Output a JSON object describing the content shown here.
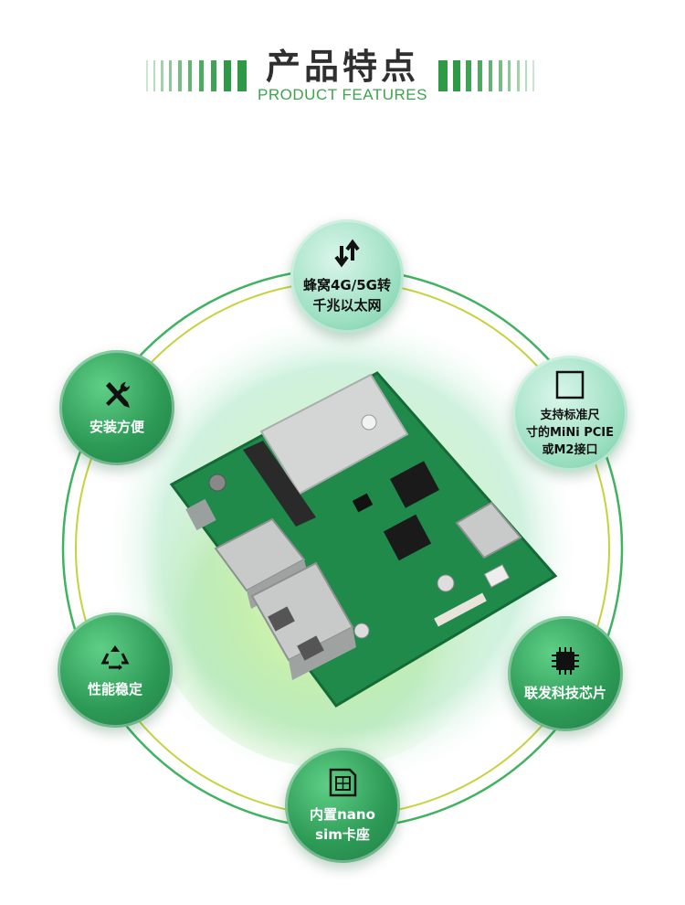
{
  "header": {
    "title": "产品特点",
    "subtitle": "PRODUCT FEATURES"
  },
  "features": [
    {
      "id": "cellular",
      "lines": [
        "蜂窝4G/5G转",
        "千兆以太网"
      ],
      "icon": "swap-arrows-icon"
    },
    {
      "id": "install",
      "lines": [
        "安装方便"
      ],
      "icon": "tools-icon"
    },
    {
      "id": "pcie",
      "lines": [
        "支持标准尺",
        "寸的MiNi PCIE",
        "或M2接口"
      ],
      "icon": "square-icon"
    },
    {
      "id": "stable",
      "lines": [
        "性能稳定"
      ],
      "icon": "recycle-icon"
    },
    {
      "id": "chip",
      "lines": [
        "联发科技芯片"
      ],
      "icon": "chip-icon"
    },
    {
      "id": "sim",
      "lines": [
        "内置nano",
        "sim卡座"
      ],
      "icon": "sim-card-icon"
    }
  ],
  "colors": {
    "accent": "#3fa34d",
    "ring_green": "#3fb360",
    "ring_yellow": "#c6d23c",
    "board": "#1f8a4a"
  }
}
